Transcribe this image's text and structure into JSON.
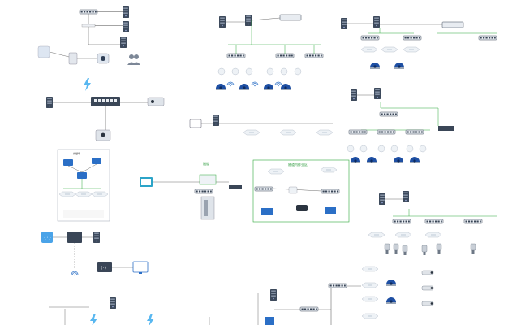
{
  "colors": {
    "wire": "#4a4a4a",
    "green": "#2fa83a",
    "blue": "#2b6fc6",
    "server": "#3d4a5c",
    "switch_body": "#e8ecf1",
    "switch_dark": "#3a4657",
    "ap": "#dfe6ee",
    "camera": "#1e4fa3",
    "bolt": "#58b7f0",
    "tag": "#ee7a2a"
  },
  "labels": {
    "park_area": "光储场",
    "green_title": "隧道",
    "zone_title": "隧道内作业区"
  },
  "icons": {
    "server": "server-rack-icon",
    "switch": "network-switch-icon",
    "ap": "wireless-ap-icon",
    "camera": "dome-camera-icon",
    "wifi": "wifi-signal-icon",
    "bolt": "lightning-icon",
    "sensor": "iot-sensor-icon",
    "monitor": "monitor-icon",
    "router": "router-icon",
    "gateway": "gateway-box-icon"
  }
}
